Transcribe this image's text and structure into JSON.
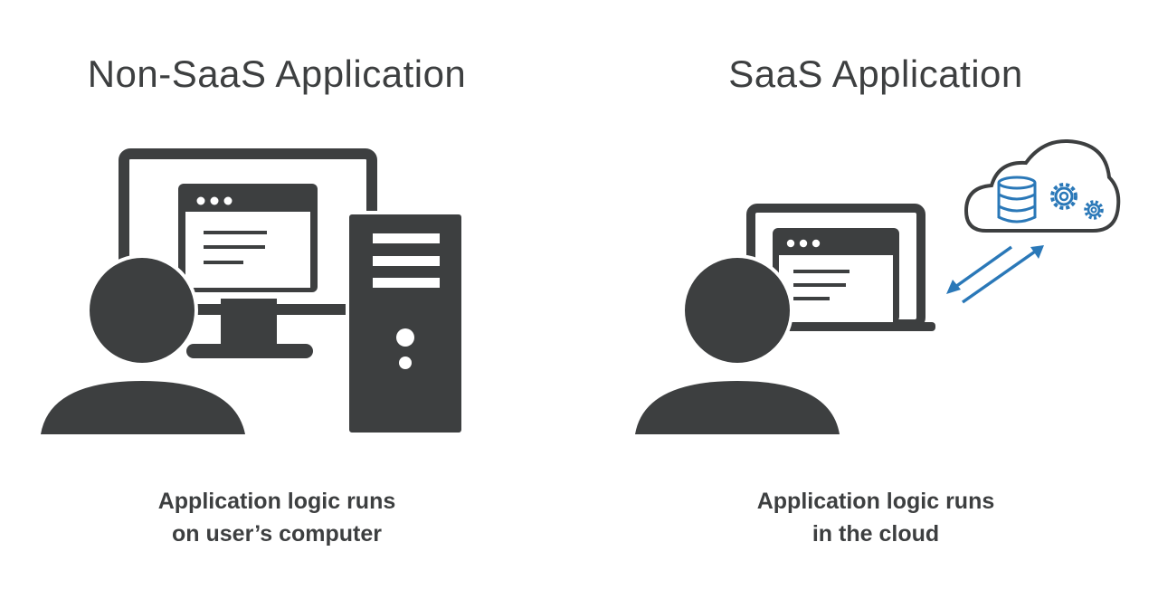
{
  "left_panel": {
    "title": "Non-SaaS Application",
    "caption_line1": "Application logic runs",
    "caption_line2": "on user’s computer"
  },
  "right_panel": {
    "title": "SaaS Application",
    "caption_line1": "Application logic runs",
    "caption_line2": "in the cloud"
  },
  "colors": {
    "ink": "#3d3f40",
    "accent_blue": "#2a78b8",
    "background": "#ffffff"
  },
  "icons": [
    "user-icon",
    "desktop-monitor-icon",
    "app-window-icon",
    "pc-tower-icon",
    "laptop-icon",
    "cloud-icon",
    "database-icon",
    "gear-icon",
    "sync-arrows-icon"
  ]
}
